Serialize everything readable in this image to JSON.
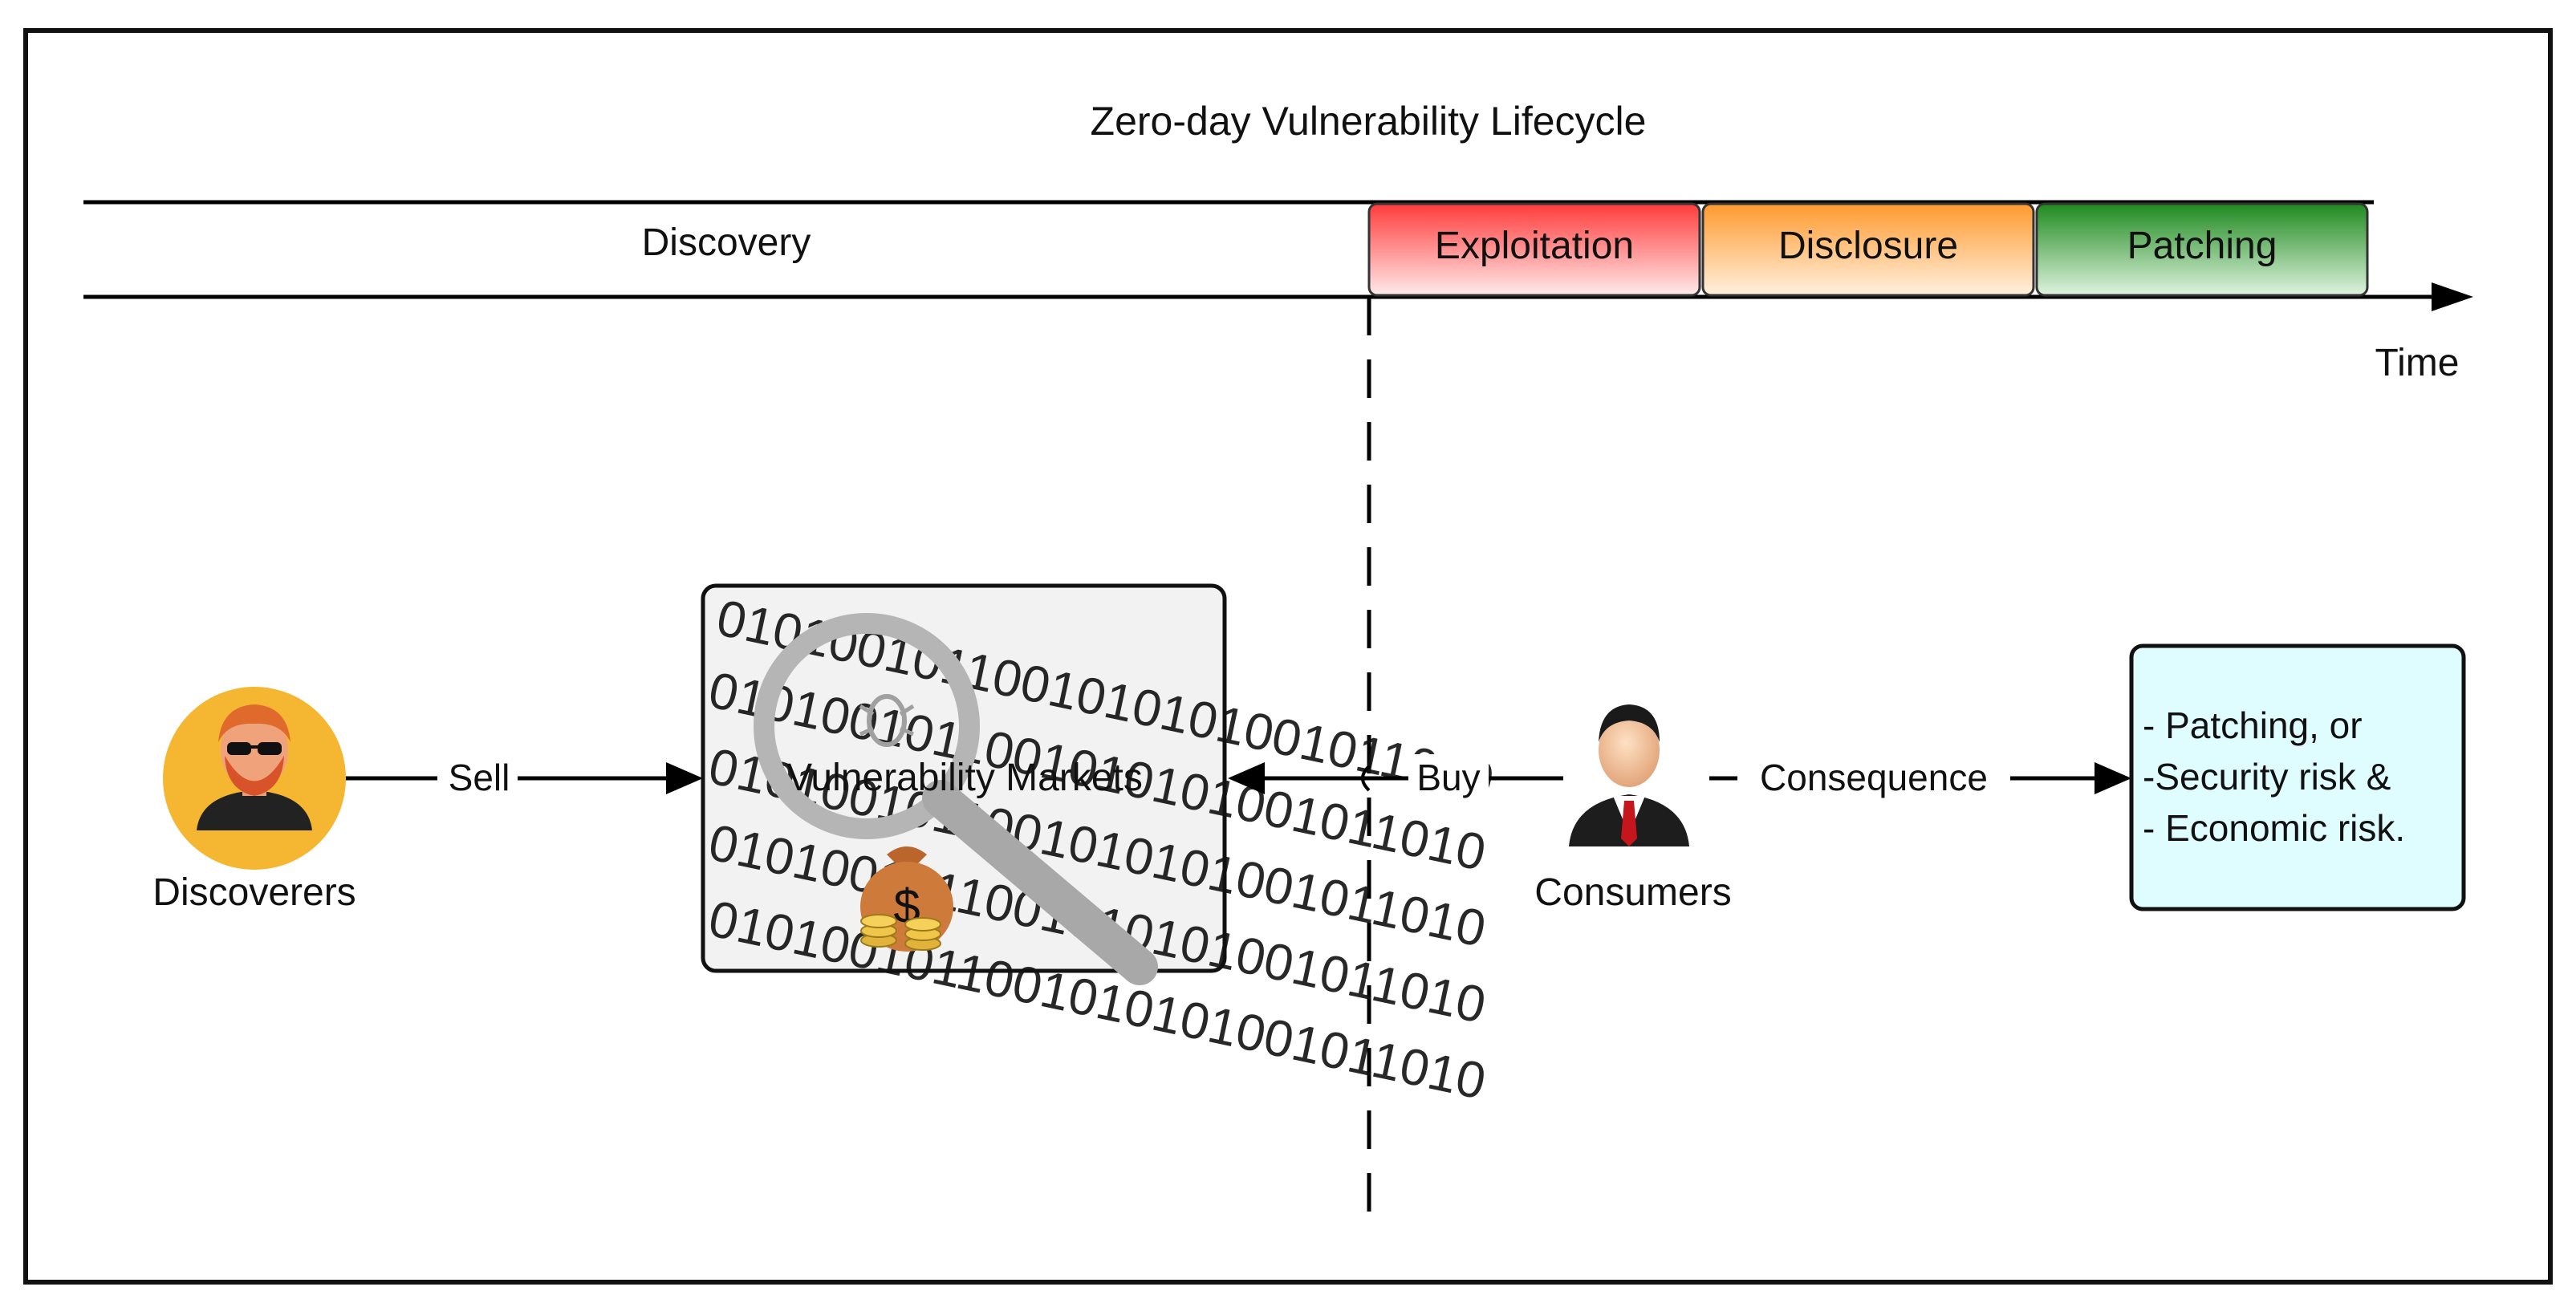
{
  "title": "Zero-day Vulnerability Lifecycle",
  "timeline": {
    "discovery_label": "Discovery",
    "axis_label": "Time",
    "phases": [
      {
        "label": "Exploitation",
        "color_top": "#ff3b3b",
        "color_bottom": "#ffeaea"
      },
      {
        "label": "Disclosure",
        "color_top": "#ff9a2e",
        "color_bottom": "#fff0df"
      },
      {
        "label": "Patching",
        "color_top": "#1f8a1f",
        "color_bottom": "#dff3df"
      }
    ]
  },
  "actors": {
    "discoverers": {
      "label": "Discoverers",
      "icon": "hacker-avatar-icon",
      "color": "#f5b731"
    },
    "market": {
      "label": "Vulnerability Markets",
      "icon": "magnifier-moneybag-icon",
      "binary_text": "0101001011001010101001011010"
    },
    "consumers": {
      "label": "Consumers",
      "icon": "businessman-icon"
    }
  },
  "edges": {
    "sell": "Sell",
    "buy": "Buy",
    "consequence": "Consequence"
  },
  "outcomes": {
    "lines": [
      "- Patching, or",
      "-Security risk &",
      "- Economic risk."
    ],
    "fill": "#dffcff"
  }
}
